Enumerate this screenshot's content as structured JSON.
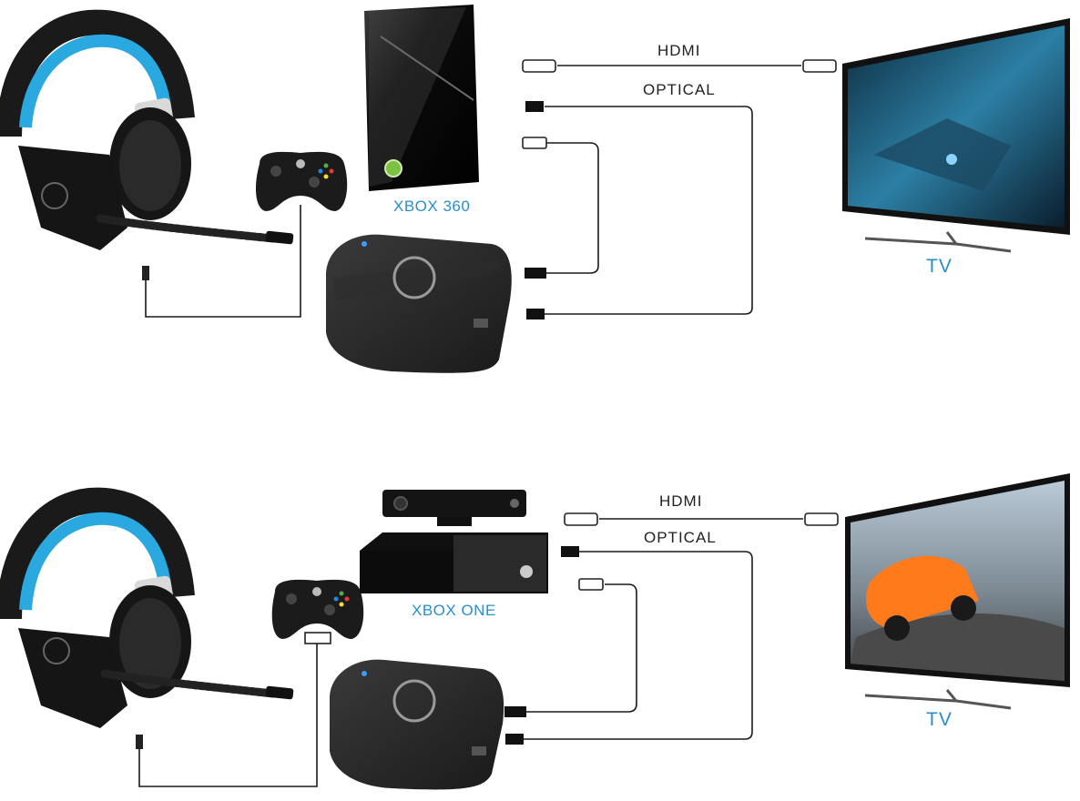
{
  "colors": {
    "label_blue": "#2a8fc9",
    "label_dark": "#222222",
    "cable": "#1a1a1a",
    "device_black": "#141414",
    "headset_blue": "#29a9e0"
  },
  "setups": [
    {
      "console_label": "XBOX 360",
      "tv_label": "TV",
      "hdmi_label": "HDMI",
      "optical_label": "OPTICAL",
      "console_icon": "xbox-360-console-icon",
      "tv_screen": "game-screen-blue-battle"
    },
    {
      "console_label": "XBOX ONE",
      "tv_label": "TV",
      "hdmi_label": "HDMI",
      "optical_label": "OPTICAL",
      "console_icon": "xbox-one-console-icon",
      "tv_screen": "game-screen-orange-racecar"
    }
  ]
}
